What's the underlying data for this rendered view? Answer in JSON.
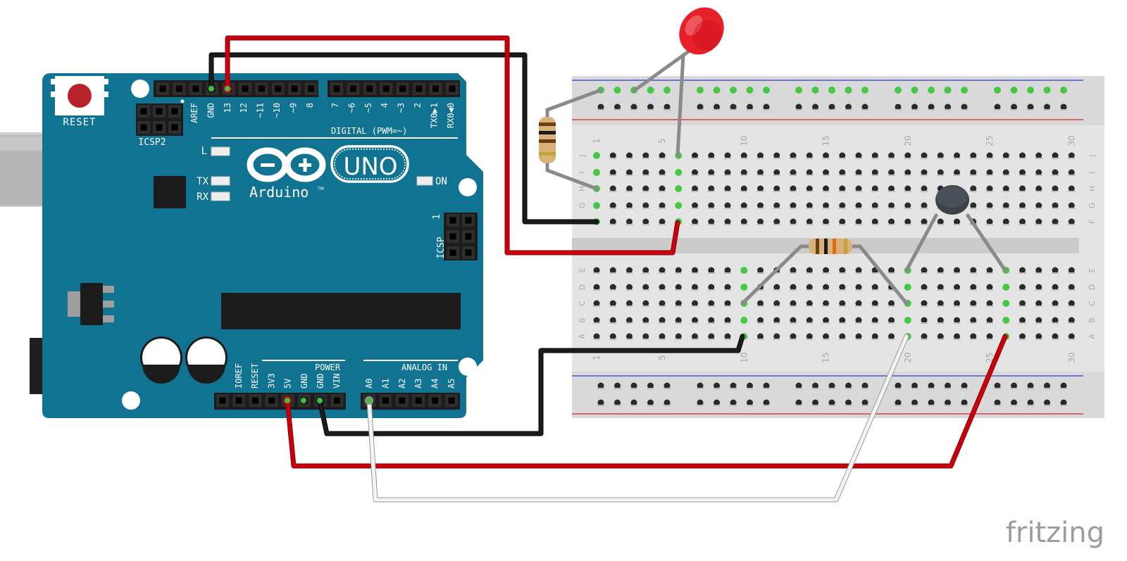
{
  "board": {
    "reset": "RESET",
    "icsp2": "ICSP2",
    "icsp": "ICSP",
    "icsp_pin1": "1",
    "led_l": "L",
    "led_tx": "TX",
    "led_rx": "RX",
    "led_on": "ON",
    "logo_name": "Arduino",
    "tm": "TM",
    "model": "UNO",
    "digital_title": "DIGITAL (PWM=~)",
    "power_title": "POWER",
    "analog_title": "ANALOG IN",
    "top_pins_left": [
      "AREF",
      "GND",
      "13",
      "12",
      "~11",
      "~10",
      "~9",
      "8"
    ],
    "top_pins_right": [
      "7",
      "~6",
      "~5",
      "4",
      "~3",
      "2",
      "TX0▶1",
      "RX0◀0"
    ],
    "power_pins": [
      "IOREF",
      "RESET",
      "3V3",
      "5V",
      "GND",
      "GND",
      "VIN"
    ],
    "analog_pins": [
      "A0",
      "A1",
      "A2",
      "A3",
      "A4",
      "A5"
    ]
  },
  "breadboard": {
    "col_numbers": [
      "1",
      "5",
      "10",
      "15",
      "20",
      "25",
      "30"
    ],
    "rows_top": [
      "J",
      "I",
      "H",
      "G",
      "F"
    ],
    "rows_bottom": [
      "E",
      "D",
      "C",
      "B",
      "A"
    ]
  },
  "colors": {
    "board": "#0f7391",
    "wire_red": "#c8000b",
    "wire_black": "#1c1c1c",
    "wire_white": "#f4f4f4",
    "lead": "#8a8a8a",
    "led": "#e8202a",
    "thermistor": "#3d4247"
  },
  "watermark": "fritzing"
}
